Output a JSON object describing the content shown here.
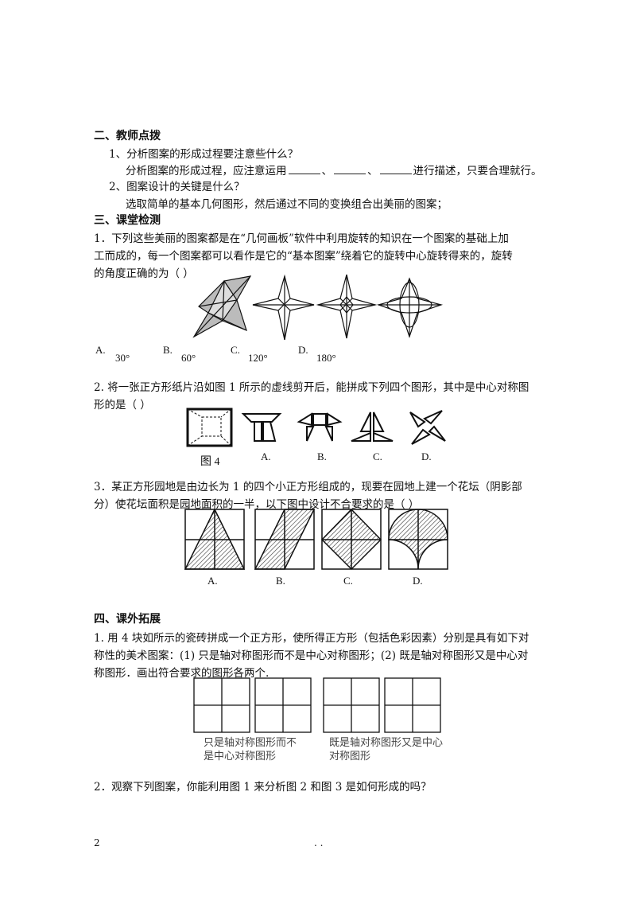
{
  "section2": {
    "heading": "二、教师点拨",
    "q1": "1、分析图案的形成过程要注意些什么？",
    "a1_pre": "分析图案的形成过程，应注意运用",
    "a1_sep1": "、",
    "a1_sep2": "、",
    "a1_post": "进行描述，只要合理就行。",
    "q2": "2、图案设计的关键是什么？",
    "a2": "选取简单的基本几何图形，然后通过不同的变换组合出美丽的图案；"
  },
  "section3": {
    "heading": "三、课堂检测",
    "p1_line1": "1．下列这些美丽的图案都是在“几何画板”软件中利用旋转的知识在一个图案的基础上加",
    "p1_line2": "工而成的，每一个图案都可以看作是它的“基本图案”绕着它的旋转中心旋转得来的，旋转",
    "p1_line3": "的角度正确的为（      ）",
    "p1_options": [
      {
        "letter": "A.",
        "value": "30°"
      },
      {
        "letter": "B.",
        "value": "60°"
      },
      {
        "letter": "C.",
        "value": "120°"
      },
      {
        "letter": "D.",
        "value": "180°"
      }
    ],
    "p2_line1": "2. 将一张正方形纸片沿如图 1 所示的虚线剪开后，能拼成下列四个图形，其中是中心对称图",
    "p2_line2": "形的是（      ）",
    "p2_labels": [
      "图 4",
      "A.",
      "B.",
      "C.",
      "D."
    ],
    "p3_line1": "3．某正方形园地是由边长为 1 的四个小正方形组成的，现要在园地上建一个花坛（阴影部",
    "p3_line2": "分）使花坛面积是园地面积的一半，以下图中设计不合要求的是（      ）",
    "p3_labels": [
      "A.",
      "B.",
      "C.",
      "D."
    ]
  },
  "section4": {
    "heading": "四、课外拓展",
    "p1_line1": "1. 用 4 块如所示的瓷砖拼成一个正方形，使所得正方形（包括色彩因素）分别是具有如下对",
    "p1_line2": "称性的美术图案：(1) 只是轴对称图形而不是中心对称图形；(2) 既是轴对称图形又是中心对",
    "p1_line3": "称图形．画出符合要求的图形各两个.",
    "caption1": "只是轴对称图形而不是中心对称图形",
    "caption2": "既是轴对称图形又是中心对称图形",
    "p2": "2．观察下列图案，你能利用图 1 来分析图 2 和图 3 是如何形成的吗？"
  },
  "footer": {
    "page_number": "2",
    "dots": ". ."
  }
}
